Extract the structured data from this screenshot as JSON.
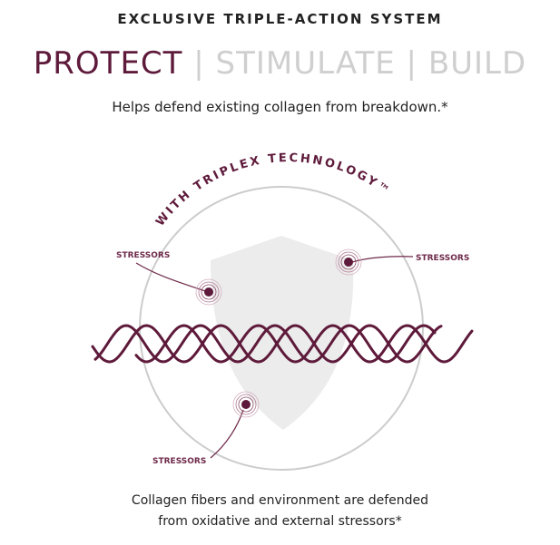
{
  "eyebrow": "EXCLUSIVE TRIPLE-ACTION SYSTEM",
  "headline": {
    "active": "PROTECT",
    "sep1": " | ",
    "second": "STIMULATE",
    "sep2": " | ",
    "third": "BUILD"
  },
  "subtitle": "Helps defend existing collagen from breakdown.*",
  "diagram": {
    "arc_text": "WITH TRIPLEX TECHNOLOGY™",
    "stressor_labels": [
      "STRESSORS",
      "STRESSORS",
      "STRESSORS"
    ]
  },
  "caption": {
    "line1": "Collagen fibers and environment are defended",
    "line2": "from oxidative and external stressors*"
  },
  "colors": {
    "accent": "#5e1a3a",
    "muted": "#cfcfcf",
    "shield": "#ececec",
    "circle": "#cccccc"
  }
}
